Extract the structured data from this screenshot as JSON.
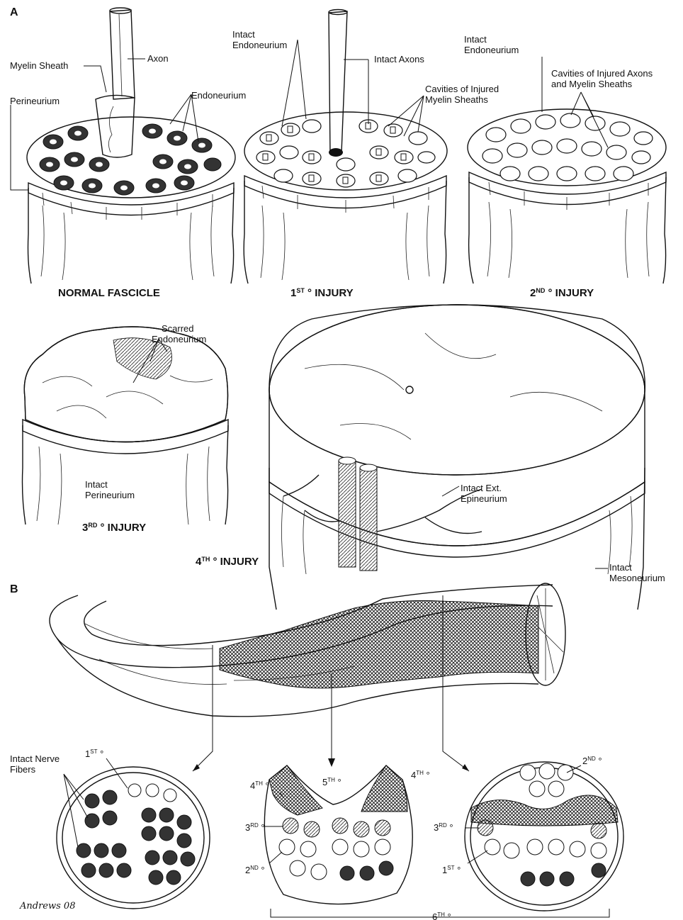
{
  "panels": {
    "a": "A",
    "b": "B"
  },
  "titles": {
    "normal": "NORMAL FASCICLE",
    "first": "1ST ° INJURY",
    "second": "2ND ° INJURY",
    "third": "3RD ° INJURY",
    "fourth": "4TH ° INJURY"
  },
  "labels_a": {
    "myelin_sheath": "Myelin Sheath",
    "axon": "Axon",
    "perineurium": "Perineurium",
    "endoneurium": "Endoneurium",
    "intact_endoneurium_1": "Intact Endoneurium",
    "intact_axons": "Intact Axons",
    "cavities_myelin": "Cavities of Injured Myelin Sheaths",
    "intact_endoneurium_2": "Intact Endoneurium",
    "cavities_axons_myelin": "Cavities of Injured Axons and Myelin Sheaths",
    "scarred_endoneurium": "Scarred Endoneurium",
    "intact_perineurium": "Intact Perineurium",
    "intact_ext_epineurium": "Intact Ext. Epineurium",
    "intact_mesoneurium": "Intact Mesoneurium"
  },
  "labels_b": {
    "intact_nerve_fibers": "Intact Nerve Fibers",
    "deg_1_left": "1ST °",
    "deg_4_left": "4TH °",
    "deg_5": "5TH °",
    "deg_4_right": "4TH °",
    "deg_3_mid": "3RD °",
    "deg_2_mid": "2ND °",
    "deg_2_right": "2ND °",
    "deg_3_right": "3RD °",
    "deg_1_right": "1ST °",
    "deg_6": "6TH °"
  },
  "signature": "Andrews 08"
}
